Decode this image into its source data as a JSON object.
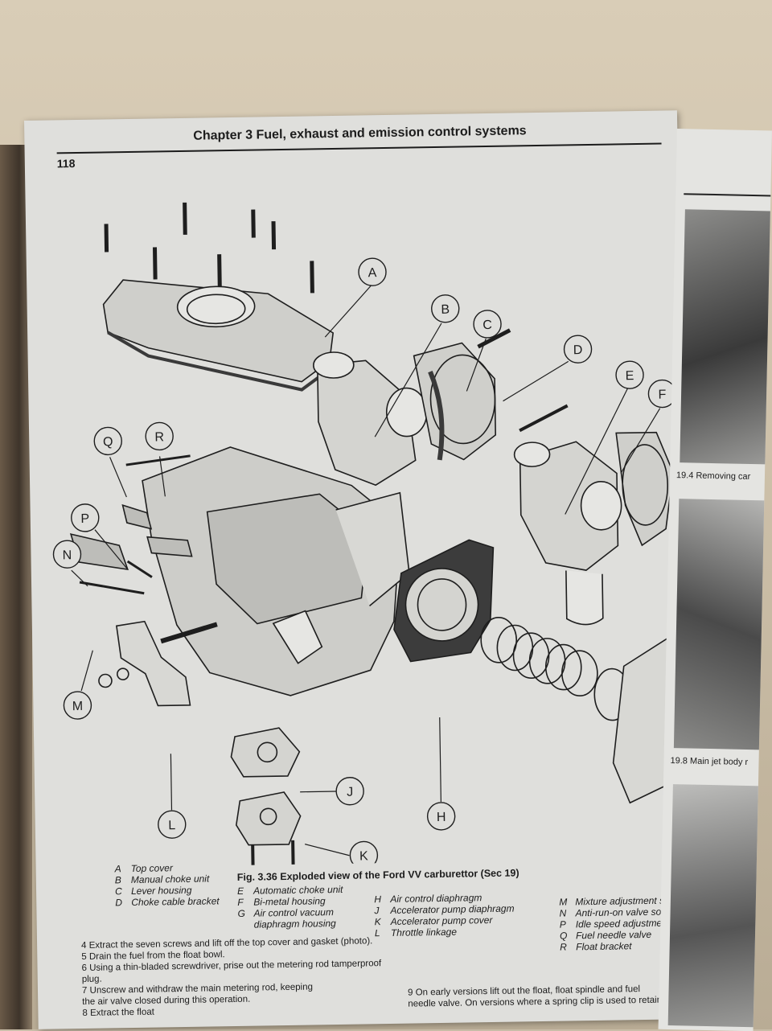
{
  "header": {
    "page_number": "118",
    "chapter_title": "Chapter 3 Fuel, exhaust and emission control systems"
  },
  "figure": {
    "caption": "Fig. 3.36 Exploded view of the Ford VV carburettor (Sec 19)",
    "callouts": [
      "A",
      "B",
      "C",
      "D",
      "E",
      "F",
      "Q",
      "R",
      "P",
      "N",
      "M",
      "L",
      "H",
      "J",
      "K"
    ]
  },
  "legend": [
    [
      {
        "key": "A",
        "label": "Top cover"
      },
      {
        "key": "B",
        "label": "Manual choke unit"
      },
      {
        "key": "C",
        "label": "Lever housing"
      },
      {
        "key": "D",
        "label": "Choke cable bracket"
      }
    ],
    [
      {
        "key": "E",
        "label": "Automatic choke unit"
      },
      {
        "key": "F",
        "label": "Bi-metal housing"
      },
      {
        "key": "G",
        "label": "Air control vacuum"
      },
      {
        "key": "",
        "label": "diaphragm housing"
      }
    ],
    [
      {
        "key": "H",
        "label": "Air control diaphragm"
      },
      {
        "key": "J",
        "label": "Accelerator pump diaphragm"
      },
      {
        "key": "K",
        "label": "Accelerator pump cover"
      },
      {
        "key": "L",
        "label": "Throttle linkage"
      }
    ],
    [
      {
        "key": "M",
        "label": "Mixture adjustment screw"
      },
      {
        "key": "N",
        "label": "Anti-run-on valve solenoid"
      },
      {
        "key": "P",
        "label": "Idle speed adjustment screw"
      },
      {
        "key": "Q",
        "label": "Fuel needle valve"
      },
      {
        "key": "R",
        "label": "Float bracket"
      }
    ]
  ],
  "body_left": [
    "4 Extract the seven screws and lift off the top cover and gasket (photo).",
    "5 Drain the fuel from the float bowl.",
    "6 Using a thin-bladed screwdriver, prise out the metering rod tamperproof plug.",
    "7 Unscrew and withdraw the main metering rod, keeping",
    "the air valve closed during this operation.",
    "8 Extract the float"
  ],
  "body_right": [
    "9 On early versions lift out the float, float spindle and fuel",
    "needle valve. On versions where a spring clip is used to retain"
  ],
  "right_page": {
    "caption_1": "19.4 Removing car",
    "caption_2": "19.8 Main jet body r"
  }
}
